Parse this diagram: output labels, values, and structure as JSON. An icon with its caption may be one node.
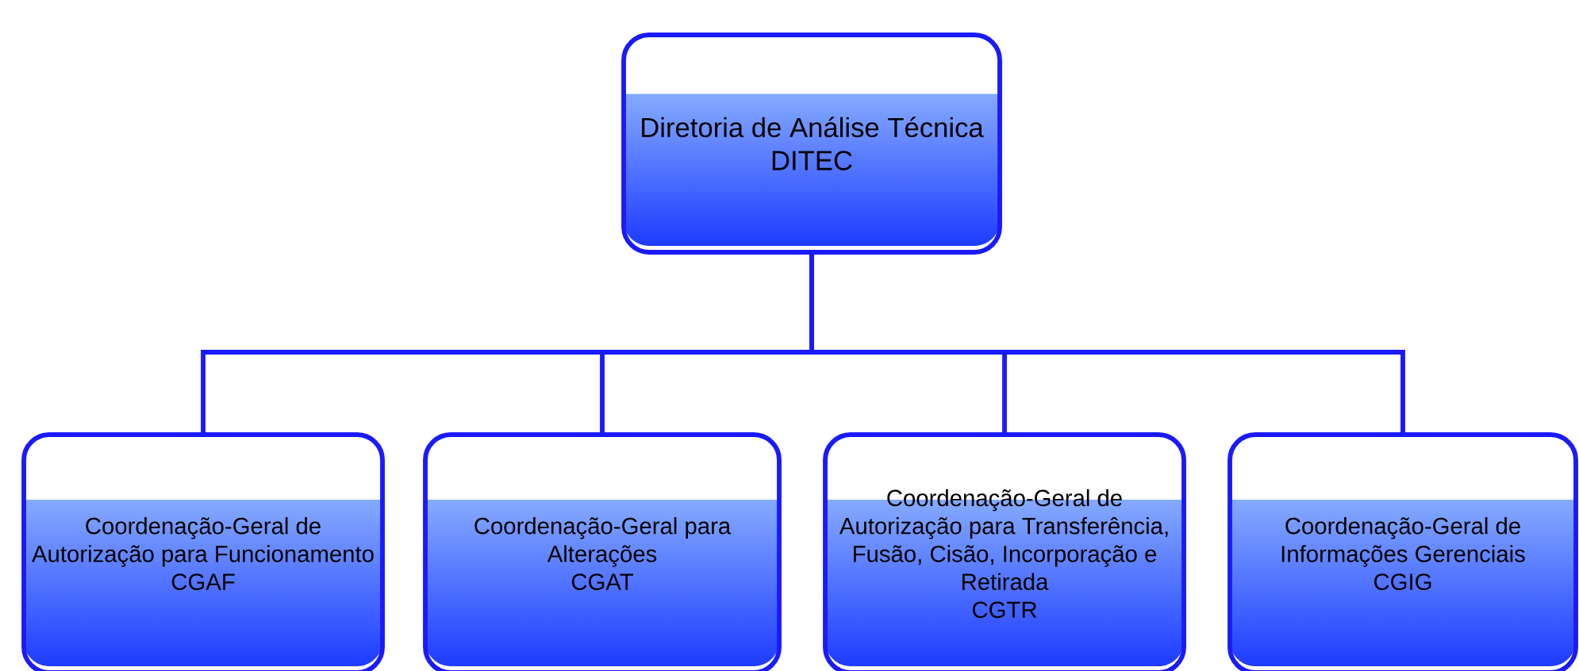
{
  "diagram": {
    "nodes": [
      {
        "text": [
          "Diretoria de Análise Técnica",
          "DITEC"
        ]
      },
      {
        "text": [
          "Coordenação-Geral de Autorização para Funcionamento",
          "CGAF"
        ]
      },
      {
        "text": [
          "Coordenação-Geral para Alterações",
          "CGAT"
        ]
      },
      {
        "text": [
          "Coordenação-Geral de Autorização para Transferência, Fusão, Cisão, Incorporação e Retirada",
          "CGTR"
        ]
      },
      {
        "text": [
          "Coordenação-Geral de Informações Gerenciais",
          "CGIG"
        ]
      }
    ],
    "edges": [
      {
        "from": 0,
        "to": 1,
        "arrow": "none"
      },
      {
        "from": 0,
        "to": 2,
        "arrow": "none"
      },
      {
        "from": 0,
        "to": 3,
        "arrow": "none"
      },
      {
        "from": 0,
        "to": 4,
        "arrow": "none"
      }
    ]
  }
}
